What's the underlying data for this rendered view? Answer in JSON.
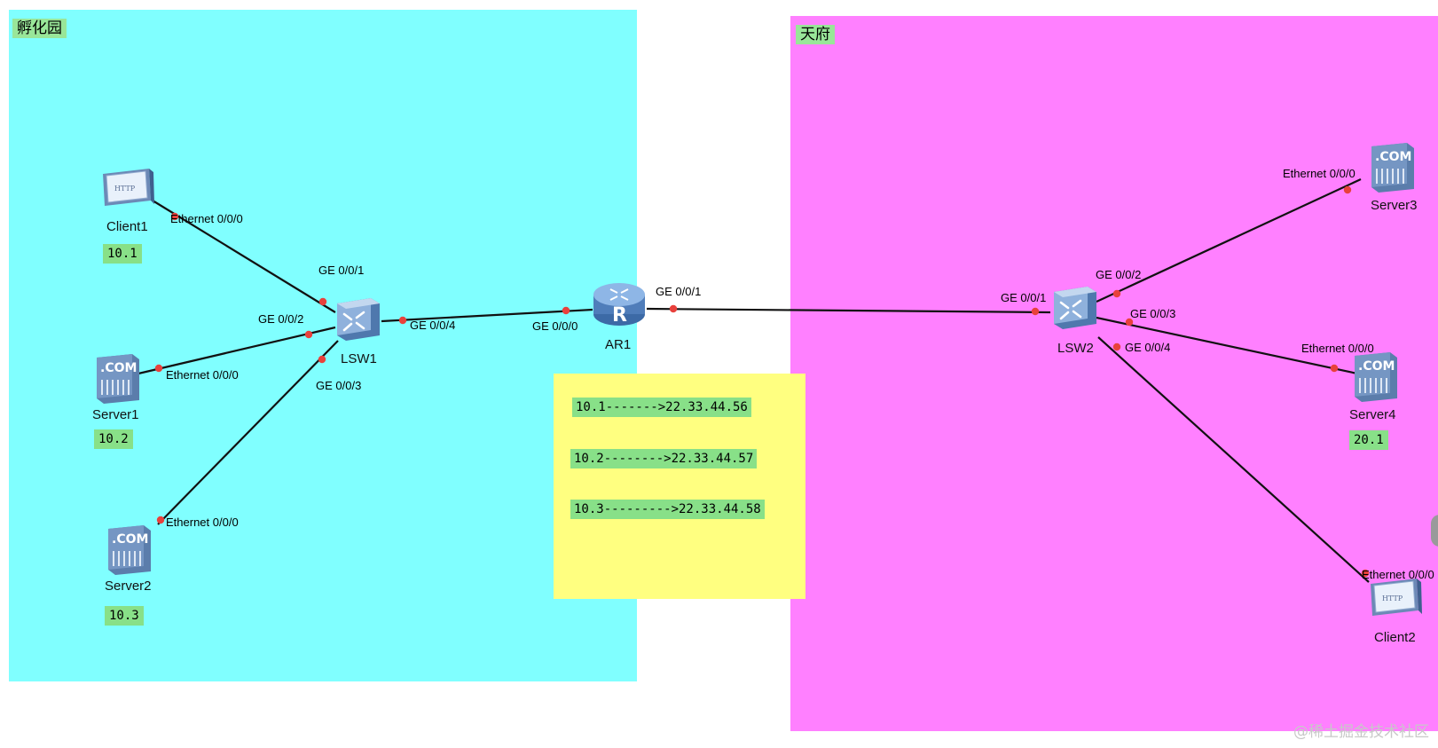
{
  "areas": {
    "left_label": "孵化园",
    "right_label": "天府"
  },
  "devices": {
    "client1": {
      "label": "Client1",
      "ip": "10.1",
      "icon": "http-client-icon"
    },
    "server1": {
      "label": "Server1",
      "ip": "10.2",
      "icon": "server-icon"
    },
    "server2": {
      "label": "Server2",
      "ip": "10.3",
      "icon": "server-icon"
    },
    "lsw1": {
      "label": "LSW1",
      "icon": "switch-icon"
    },
    "ar1": {
      "label": "AR1",
      "icon": "router-icon"
    },
    "lsw2": {
      "label": "LSW2",
      "icon": "switch-icon"
    },
    "server3": {
      "label": "Server3",
      "icon": "server-icon"
    },
    "server4": {
      "label": "Server4",
      "ip": "20.1",
      "icon": "server-icon"
    },
    "client2": {
      "label": "Client2",
      "icon": "http-client-icon"
    }
  },
  "ports": {
    "client1_eth": "Ethernet 0/0/0",
    "lsw1_g1": "GE 0/0/1",
    "lsw1_g2": "GE 0/0/2",
    "server1_eth": "Ethernet 0/0/0",
    "lsw1_g3": "GE 0/0/3",
    "server2_eth": "Ethernet 0/0/0",
    "lsw1_g4": "GE 0/0/4",
    "ar1_g0": "GE 0/0/0",
    "ar1_g1": "GE 0/0/1",
    "lsw2_g1": "GE 0/0/1",
    "lsw2_g2": "GE 0/0/2",
    "lsw2_g3": "GE 0/0/3",
    "lsw2_g4": "GE 0/0/4",
    "server3_eth": "Ethernet 0/0/0",
    "server4_eth": "Ethernet 0/0/0",
    "client2_eth": "Ethernet 0/0/0"
  },
  "note": {
    "lines": [
      "10.1------->22.33.44.56",
      "10.2-------->22.33.44.57",
      "10.3--------->22.33.44.58"
    ]
  },
  "colors": {
    "left_area": "#80FFFF",
    "right_area": "#FF80FF",
    "note": "#FFFF80",
    "tag": "#88E088",
    "link": "#111111",
    "port_dot": "#E8413C"
  },
  "watermark": "@稀土掘金技术社区"
}
